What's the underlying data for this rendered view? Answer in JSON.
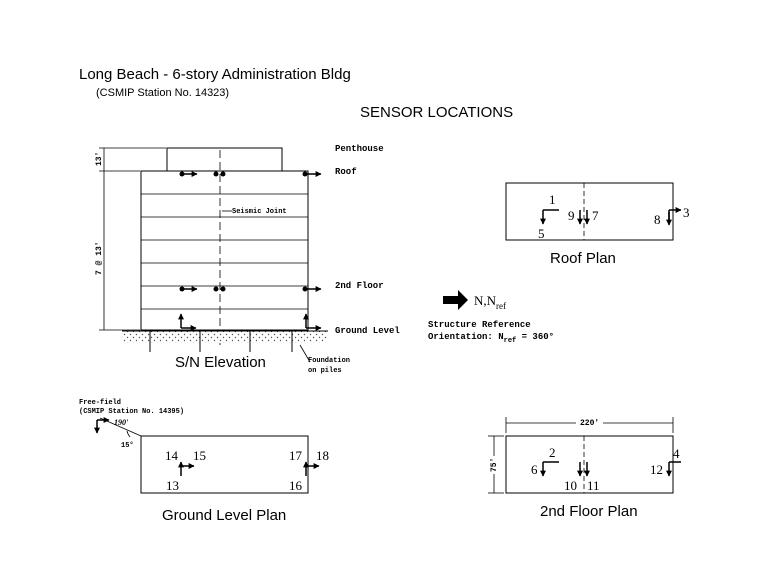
{
  "header": {
    "title": "Long Beach - 6-story Administration Bldg",
    "station": "(CSMIP Station No. 14323)",
    "section_title": "SENSOR LOCATIONS"
  },
  "elevation": {
    "caption": "S/N Elevation",
    "penthouse": "Penthouse",
    "roof": "Roof",
    "second_floor": "2nd Floor",
    "ground_level": "Ground Level",
    "seismic_joint": "Seismic Joint",
    "foundation_line1": "Foundation",
    "foundation_line2": "on piles",
    "dim_top": "13'",
    "dim_main": "7 @ 13'"
  },
  "legend": {
    "north_label": "N,N",
    "north_sub": "ref",
    "orientation_line1": "Structure Reference",
    "orientation_line2_a": "Orientation: N",
    "orientation_line2_sub": "ref",
    "orientation_line2_b": " = 360°"
  },
  "roof_plan": {
    "caption": "Roof Plan",
    "labels": [
      "1",
      "5",
      "9",
      "7",
      "8",
      "3"
    ]
  },
  "ground_plan": {
    "caption": "Ground Level Plan",
    "free_field_line1": "Free-field",
    "free_field_line2": "(CSMIP Station No. 14395)",
    "distance": "190'",
    "angle": "15°",
    "labels": [
      "14",
      "15",
      "13",
      "17",
      "18",
      "16"
    ]
  },
  "second_floor_plan": {
    "caption": "2nd Floor Plan",
    "width_dim": "220'",
    "depth_dim": "75'",
    "labels": [
      "2",
      "6",
      "10",
      "11",
      "12",
      "4"
    ]
  },
  "colors": {
    "ink": "#000000",
    "background": "#ffffff"
  }
}
